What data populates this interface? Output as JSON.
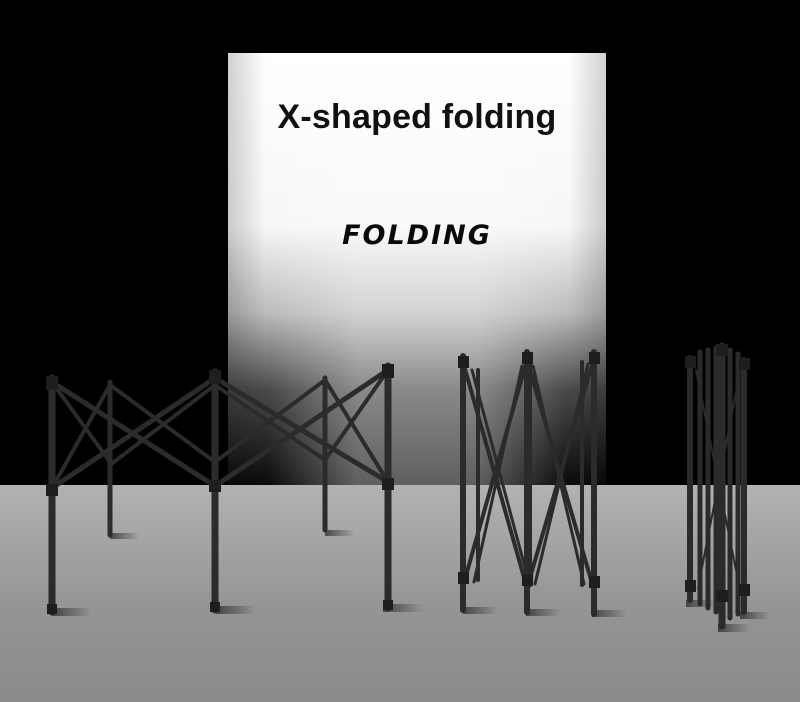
{
  "heading": "X-shaped folding",
  "badge": "FOLDING",
  "colors": {
    "background": "#000000",
    "floor": "#a0a0a0",
    "backdrop": "#ffffff",
    "frame_metal": "#2a2a2a",
    "text": "#111111"
  },
  "frames": [
    {
      "name": "frame-unfolded",
      "state": "fully open"
    },
    {
      "name": "frame-half-folded",
      "state": "partially folded"
    },
    {
      "name": "frame-folded",
      "state": "fully folded"
    }
  ]
}
